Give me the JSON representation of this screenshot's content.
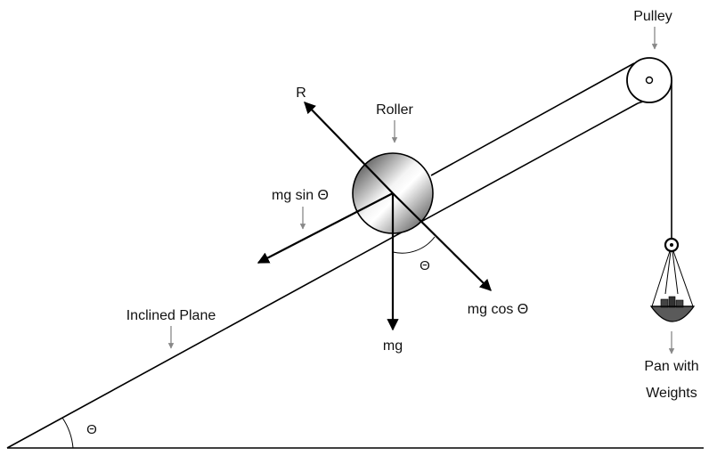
{
  "labels": {
    "pulley": "Pulley",
    "roller": "Roller",
    "reaction": "R",
    "mg_sin": "mg sin Θ",
    "mg_cos": "mg cos Θ",
    "mg": "mg",
    "theta_roller": "Θ",
    "theta_base": "Θ",
    "inclined_plane": "Inclined Plane",
    "pan_line1": "Pan with",
    "pan_line2": "Weights"
  },
  "colors": {
    "stroke": "#000000",
    "pointer_arrow": "#888888",
    "roller_light": "#f2f2f2",
    "roller_dark": "#333333",
    "pan_fill": "#555555"
  }
}
